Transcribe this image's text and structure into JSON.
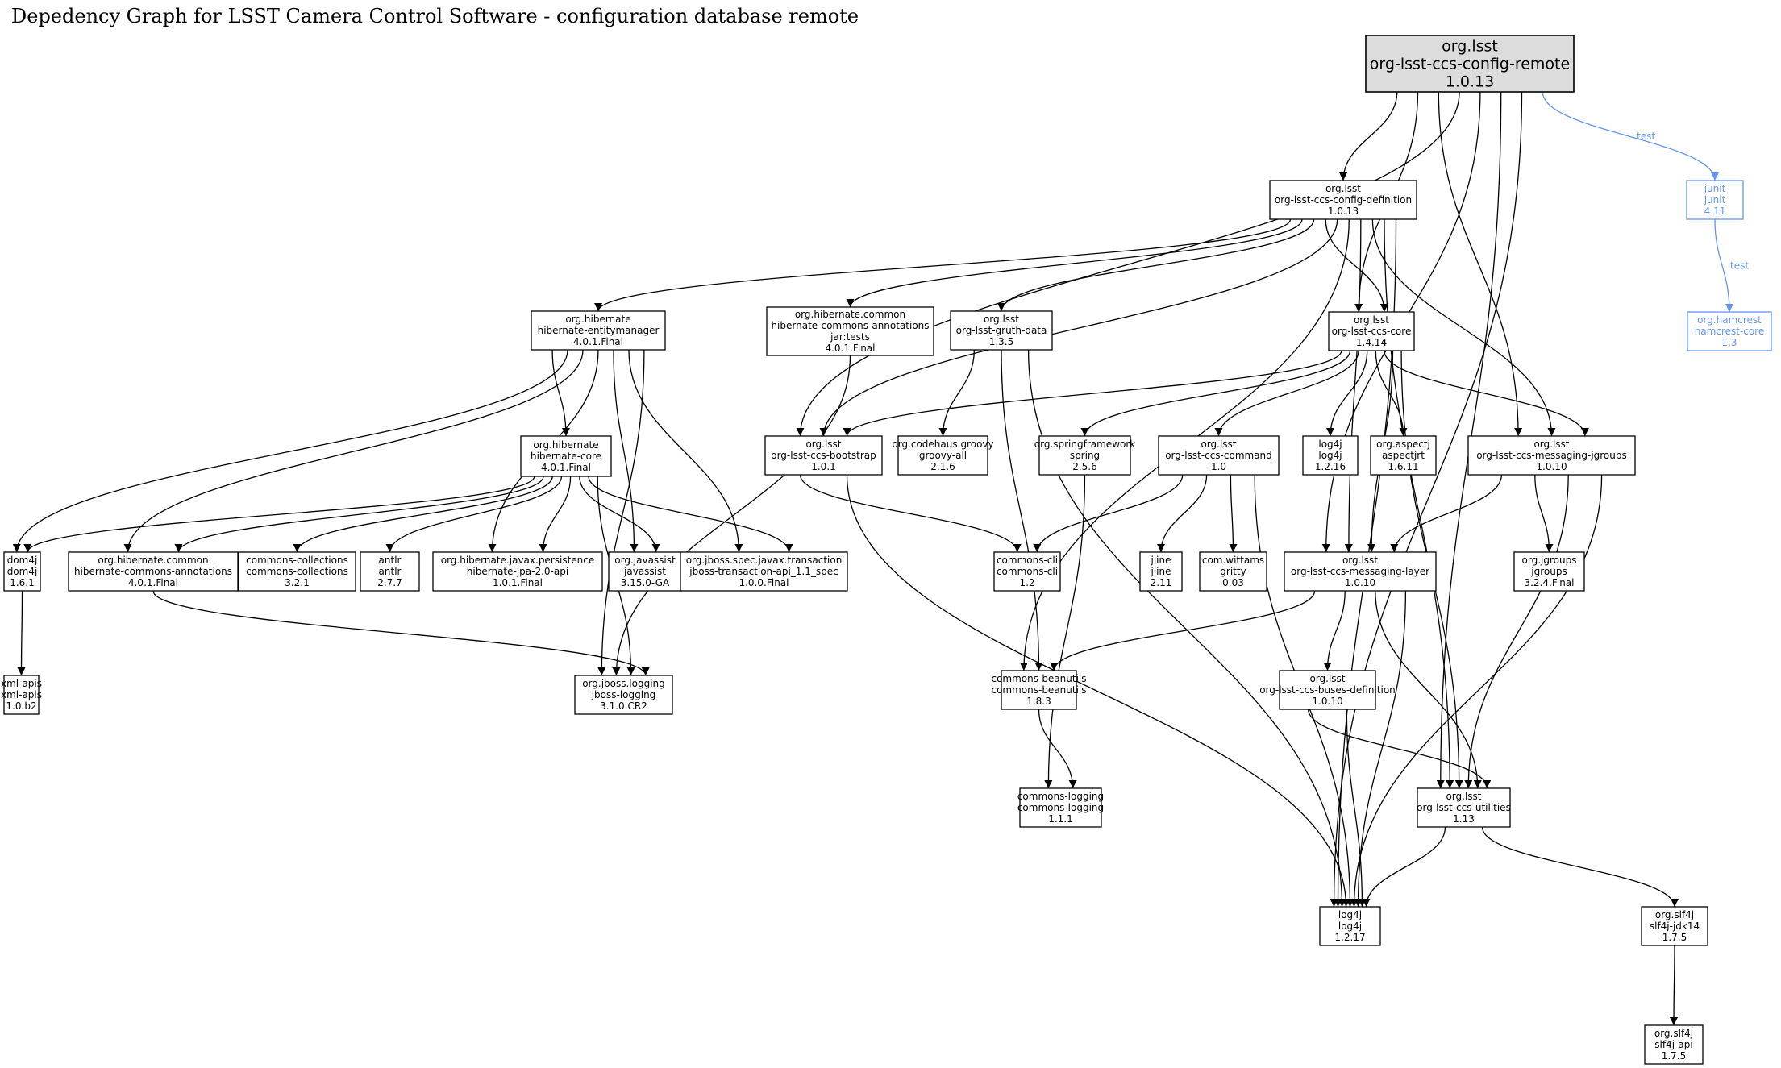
{
  "title": "Depedency Graph for LSST Camera Control Software - configuration database remote",
  "colors": {
    "default": "#000000",
    "test": "#6495ed",
    "root_fill": "#dcdcdc"
  },
  "nodes": [
    {
      "id": "root",
      "lines": [
        "org.lsst",
        "org-lsst-ccs-config-remote",
        "1.0.13"
      ],
      "root": true
    },
    {
      "id": "config-def",
      "lines": [
        "org.lsst",
        "org-lsst-ccs-config-definition",
        "1.0.13"
      ]
    },
    {
      "id": "junit",
      "lines": [
        "junit",
        "junit",
        "4.11"
      ],
      "scope": "test"
    },
    {
      "id": "hamcrest",
      "lines": [
        "org.hamcrest",
        "hamcrest-core",
        "1.3"
      ],
      "scope": "test"
    },
    {
      "id": "h-em",
      "lines": [
        "org.hibernate",
        "hibernate-entitymanager",
        "4.0.1.Final"
      ]
    },
    {
      "id": "hca-tests",
      "lines": [
        "org.hibernate.common",
        "hibernate-commons-annotations",
        "jar:tests",
        "4.0.1.Final"
      ]
    },
    {
      "id": "gruth",
      "lines": [
        "org.lsst",
        "org-lsst-gruth-data",
        "1.3.5"
      ]
    },
    {
      "id": "core",
      "lines": [
        "org.lsst",
        "org-lsst-ccs-core",
        "1.4.14"
      ]
    },
    {
      "id": "h-core",
      "lines": [
        "org.hibernate",
        "hibernate-core",
        "4.0.1.Final"
      ]
    },
    {
      "id": "bootstrap",
      "lines": [
        "org.lsst",
        "org-lsst-ccs-bootstrap",
        "1.0.1"
      ]
    },
    {
      "id": "groovy",
      "lines": [
        "org.codehaus.groovy",
        "groovy-all",
        "2.1.6"
      ]
    },
    {
      "id": "spring",
      "lines": [
        "org.springframework",
        "spring",
        "2.5.6"
      ]
    },
    {
      "id": "command",
      "lines": [
        "org.lsst",
        "org-lsst-ccs-command",
        "1.0"
      ]
    },
    {
      "id": "log4j-16",
      "lines": [
        "log4j",
        "log4j",
        "1.2.16"
      ]
    },
    {
      "id": "aspectj",
      "lines": [
        "org.aspectj",
        "aspectjrt",
        "1.6.11"
      ]
    },
    {
      "id": "jgroups-msg",
      "lines": [
        "org.lsst",
        "org-lsst-ccs-messaging-jgroups",
        "1.0.10"
      ]
    },
    {
      "id": "dom4j",
      "lines": [
        "dom4j",
        "dom4j",
        "1.6.1"
      ]
    },
    {
      "id": "hca",
      "lines": [
        "org.hibernate.common",
        "hibernate-commons-annotations",
        "4.0.1.Final"
      ]
    },
    {
      "id": "collections",
      "lines": [
        "commons-collections",
        "commons-collections",
        "3.2.1"
      ]
    },
    {
      "id": "antlr",
      "lines": [
        "antlr",
        "antlr",
        "2.7.7"
      ]
    },
    {
      "id": "jpa",
      "lines": [
        "org.hibernate.javax.persistence",
        "hibernate-jpa-2.0-api",
        "1.0.1.Final"
      ]
    },
    {
      "id": "javassist",
      "lines": [
        "org.javassist",
        "javassist",
        "3.15.0-GA"
      ]
    },
    {
      "id": "jta",
      "lines": [
        "org.jboss.spec.javax.transaction",
        "jboss-transaction-api_1.1_spec",
        "1.0.0.Final"
      ]
    },
    {
      "id": "cli",
      "lines": [
        "commons-cli",
        "commons-cli",
        "1.2"
      ]
    },
    {
      "id": "jline",
      "lines": [
        "jline",
        "jline",
        "2.11"
      ]
    },
    {
      "id": "gritty",
      "lines": [
        "com.wittams",
        "gritty",
        "0.03"
      ]
    },
    {
      "id": "msg-layer",
      "lines": [
        "org.lsst",
        "org-lsst-ccs-messaging-layer",
        "1.0.10"
      ]
    },
    {
      "id": "jgroups",
      "lines": [
        "org.jgroups",
        "jgroups",
        "3.2.4.Final"
      ]
    },
    {
      "id": "xml-apis",
      "lines": [
        "xml-apis",
        "xml-apis",
        "1.0.b2"
      ]
    },
    {
      "id": "jboss-log",
      "lines": [
        "org.jboss.logging",
        "jboss-logging",
        "3.1.0.CR2"
      ]
    },
    {
      "id": "beanutils",
      "lines": [
        "commons-beanutils",
        "commons-beanutils",
        "1.8.3"
      ]
    },
    {
      "id": "buses",
      "lines": [
        "org.lsst",
        "org-lsst-ccs-buses-definition",
        "1.0.10"
      ]
    },
    {
      "id": "logging",
      "lines": [
        "commons-logging",
        "commons-logging",
        "1.1.1"
      ]
    },
    {
      "id": "utilities",
      "lines": [
        "org.lsst",
        "org-lsst-ccs-utilities",
        "1.13"
      ]
    },
    {
      "id": "log4j-17",
      "lines": [
        "log4j",
        "log4j",
        "1.2.17"
      ]
    },
    {
      "id": "slf4j-jdk14",
      "lines": [
        "org.slf4j",
        "slf4j-jdk14",
        "1.7.5"
      ]
    },
    {
      "id": "slf4j-api",
      "lines": [
        "org.slf4j",
        "slf4j-api",
        "1.7.5"
      ]
    }
  ],
  "edges": [
    {
      "from": "root",
      "to": "config-def"
    },
    {
      "from": "root",
      "to": "core"
    },
    {
      "from": "root",
      "to": "jgroups-msg"
    },
    {
      "from": "root",
      "to": "bootstrap"
    },
    {
      "from": "root",
      "to": "msg-layer"
    },
    {
      "from": "root",
      "to": "utilities"
    },
    {
      "from": "root",
      "to": "log4j-17"
    },
    {
      "from": "root",
      "to": "junit",
      "label": "test",
      "scope": "test"
    },
    {
      "from": "junit",
      "to": "hamcrest",
      "label": "test",
      "scope": "test"
    },
    {
      "from": "config-def",
      "to": "h-em"
    },
    {
      "from": "config-def",
      "to": "hca-tests"
    },
    {
      "from": "config-def",
      "to": "gruth"
    },
    {
      "from": "config-def",
      "to": "core"
    },
    {
      "from": "config-def",
      "to": "bootstrap"
    },
    {
      "from": "config-def",
      "to": "beanutils"
    },
    {
      "from": "config-def",
      "to": "msg-layer"
    },
    {
      "from": "config-def",
      "to": "jgroups-msg"
    },
    {
      "from": "config-def",
      "to": "utilities"
    },
    {
      "from": "config-def",
      "to": "log4j-17"
    },
    {
      "from": "h-em",
      "to": "h-core"
    },
    {
      "from": "h-em",
      "to": "dom4j"
    },
    {
      "from": "h-em",
      "to": "hca"
    },
    {
      "from": "h-em",
      "to": "jpa"
    },
    {
      "from": "h-em",
      "to": "javassist"
    },
    {
      "from": "h-em",
      "to": "jta"
    },
    {
      "from": "h-em",
      "to": "jboss-log"
    },
    {
      "from": "hca-tests",
      "to": "jboss-log"
    },
    {
      "from": "gruth",
      "to": "groovy"
    },
    {
      "from": "gruth",
      "to": "beanutils"
    },
    {
      "from": "gruth",
      "to": "log4j-17"
    },
    {
      "from": "core",
      "to": "bootstrap"
    },
    {
      "from": "core",
      "to": "spring"
    },
    {
      "from": "core",
      "to": "command"
    },
    {
      "from": "core",
      "to": "log4j-16"
    },
    {
      "from": "core",
      "to": "aspectj"
    },
    {
      "from": "core",
      "to": "jgroups-msg"
    },
    {
      "from": "core",
      "to": "msg-layer"
    },
    {
      "from": "core",
      "to": "utilities"
    },
    {
      "from": "h-core",
      "to": "dom4j"
    },
    {
      "from": "h-core",
      "to": "hca"
    },
    {
      "from": "h-core",
      "to": "collections"
    },
    {
      "from": "h-core",
      "to": "antlr"
    },
    {
      "from": "h-core",
      "to": "jpa"
    },
    {
      "from": "h-core",
      "to": "javassist"
    },
    {
      "from": "h-core",
      "to": "jta"
    },
    {
      "from": "h-core",
      "to": "jboss-log"
    },
    {
      "from": "bootstrap",
      "to": "cli"
    },
    {
      "from": "bootstrap",
      "to": "log4j-17"
    },
    {
      "from": "spring",
      "to": "logging"
    },
    {
      "from": "command",
      "to": "cli"
    },
    {
      "from": "command",
      "to": "jline"
    },
    {
      "from": "command",
      "to": "gritty"
    },
    {
      "from": "command",
      "to": "log4j-17"
    },
    {
      "from": "jgroups-msg",
      "to": "msg-layer"
    },
    {
      "from": "jgroups-msg",
      "to": "jgroups"
    },
    {
      "from": "jgroups-msg",
      "to": "utilities"
    },
    {
      "from": "jgroups-msg",
      "to": "log4j-17"
    },
    {
      "from": "dom4j",
      "to": "xml-apis"
    },
    {
      "from": "hca",
      "to": "jboss-log"
    },
    {
      "from": "msg-layer",
      "to": "beanutils"
    },
    {
      "from": "msg-layer",
      "to": "buses"
    },
    {
      "from": "msg-layer",
      "to": "utilities"
    },
    {
      "from": "msg-layer",
      "to": "log4j-17"
    },
    {
      "from": "beanutils",
      "to": "logging"
    },
    {
      "from": "buses",
      "to": "utilities"
    },
    {
      "from": "buses",
      "to": "log4j-17"
    },
    {
      "from": "utilities",
      "to": "log4j-17"
    },
    {
      "from": "utilities",
      "to": "slf4j-jdk14"
    },
    {
      "from": "slf4j-jdk14",
      "to": "slf4j-api"
    }
  ]
}
